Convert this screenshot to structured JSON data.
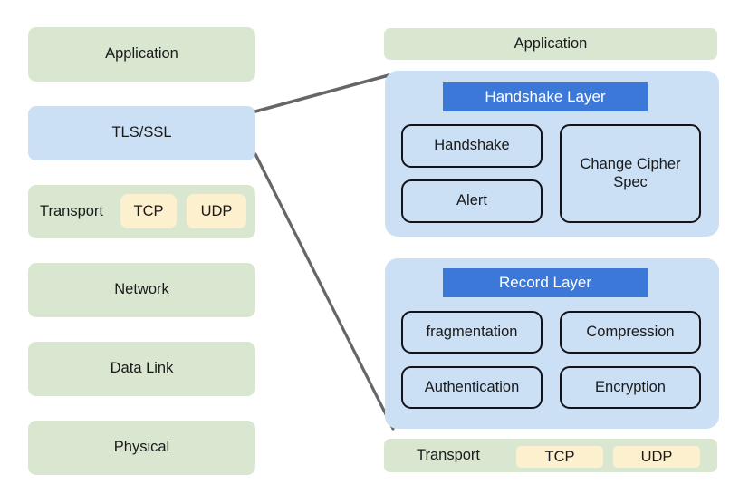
{
  "diagram": {
    "title": "TLS/SSL in the OSI / TCP-IP stack",
    "colors": {
      "green_layer": "#d9e7d0",
      "blue_layer": "#cbdff5",
      "accent_header": "#3b78d8",
      "pill_yellow": "#fdf0cf",
      "outline": "#12131a",
      "connector": "#666666",
      "background": "#ffffff"
    },
    "left_stack": {
      "name": "osi-layer-stack",
      "layers": [
        {
          "label": "Application",
          "kind": "green"
        },
        {
          "label": "TLS/SSL",
          "kind": "blue"
        },
        {
          "label": "Transport",
          "kind": "green-with-pills",
          "pills": [
            "TCP",
            "UDP"
          ]
        },
        {
          "label": "Network",
          "kind": "green"
        },
        {
          "label": "Data Link",
          "kind": "green"
        },
        {
          "label": "Physical",
          "kind": "green"
        }
      ]
    },
    "right_detail": {
      "name": "tls-detail-stack",
      "application_bar": "Application",
      "panels": [
        {
          "title": "Handshake Layer",
          "components": [
            "Handshake",
            "Alert",
            "Change Cipher\nSpec"
          ]
        },
        {
          "title": "Record Layer",
          "components": [
            "fragmentation",
            "Compression",
            "Authentication",
            "Encryption"
          ]
        }
      ],
      "transport_bar": {
        "label": "Transport",
        "pills": [
          "TCP",
          "UDP"
        ]
      }
    },
    "connectors": [
      {
        "name": "tls-to-handshake-layer",
        "from": "TLS/SSL",
        "to": "Handshake Layer panel"
      },
      {
        "name": "tls-to-record-layer",
        "from": "TLS/SSL",
        "to": "Record Layer panel"
      }
    ]
  }
}
